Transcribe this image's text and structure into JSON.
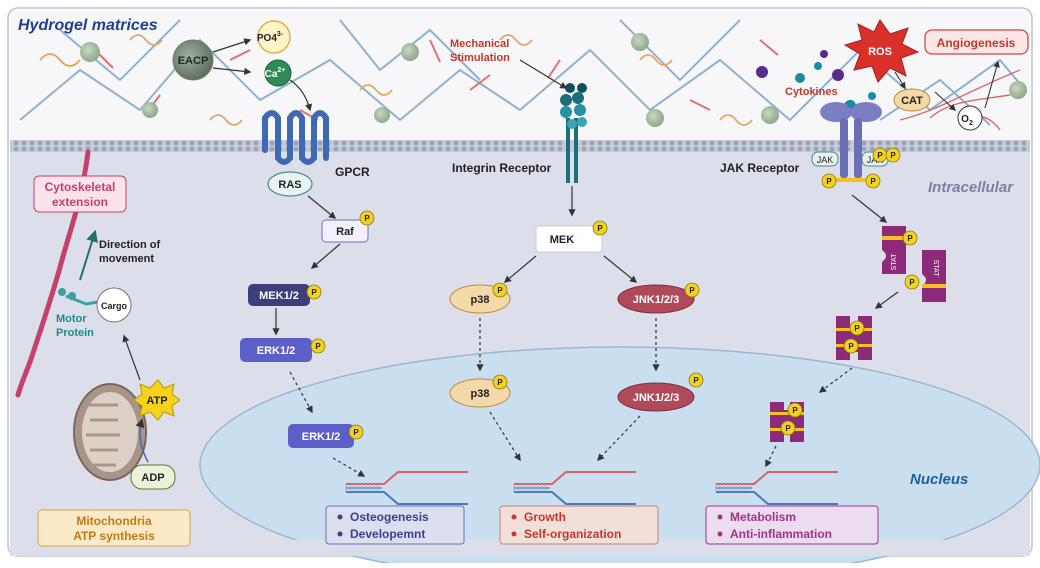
{
  "title": "Hydrogel matrices",
  "labels": {
    "eacp": "EACP",
    "po4": "PO4",
    "po4_sup": "3-",
    "ca": "Ca",
    "ca_sup": "2+",
    "mechanical": "Mechanical",
    "stimulation": "Stimulation",
    "ros": "ROS",
    "cytokines": "Cytokines",
    "angiogenesis": "Angiogenesis",
    "cat": "CAT",
    "o2": "O",
    "o2_sub": "2",
    "gpcr": "GPCR",
    "integrin": "Integrin Receptor",
    "jak_receptor": "JAK Receptor",
    "intracellular": "Intracellular",
    "nucleus": "Nucleus",
    "ras": "RAS",
    "raf": "Raf",
    "mek12": "MEK1/2",
    "erk12": "ERK1/2",
    "erk12_nuc": "ERK1/2",
    "mek": "MEK",
    "p38": "p38",
    "p38_nuc": "p38",
    "jnk": "JNK1/2/3",
    "jnk_nuc": "JNK1/2/3",
    "jak": "JAK",
    "stat": "STAT",
    "phospho": "P",
    "cytoskeletal_1": "Cytoskeletal",
    "cytoskeletal_2": "extension",
    "direction_1": "Direction of",
    "direction_2": "movement",
    "cargo": "Cargo",
    "motor_1": "Motor",
    "motor_2": "Protein",
    "atp": "ATP",
    "adp": "ADP",
    "mito_1": "Mitochondria",
    "mito_2": "ATP synthesis"
  },
  "outcomes": {
    "erk": [
      "Osteogenesis",
      "Developemnt"
    ],
    "p38": [
      "Growth",
      "Self-organization"
    ],
    "jak": [
      "Metabolism",
      "Anti-inflammation"
    ]
  },
  "colors": {
    "title": "#1f3f8f",
    "cytoplasm": "#dcdfe9",
    "nucleus": "#c9dff0",
    "erk_box": "#5b5fc7",
    "mek12": "#3b3f7a",
    "jnk": "#b04a5a",
    "p38": "#f3d9a8",
    "stat": "#8e2a7a",
    "phospho": "#f2d21e",
    "outcome_erk_text": "#3b3f8f",
    "outcome_p38_text": "#c0392b",
    "outcome_jak_text": "#a0338a"
  }
}
